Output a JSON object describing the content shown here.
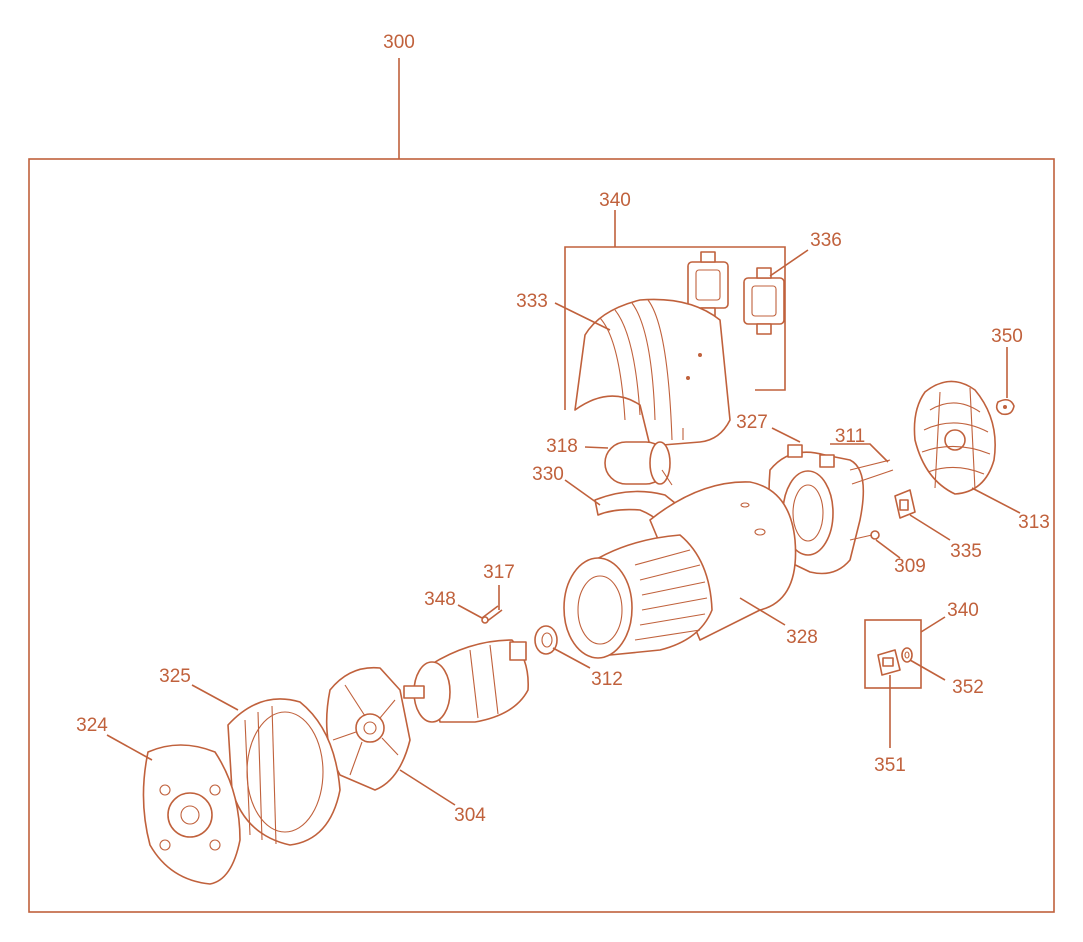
{
  "colors": {
    "line": "#c0613c",
    "background": "#ffffff"
  },
  "labels": {
    "l300": "300",
    "l340a": "340",
    "l336": "336",
    "l333": "333",
    "l350": "350",
    "l327": "327",
    "l311": "311",
    "l318": "318",
    "l330": "330",
    "l313": "313",
    "l335": "335",
    "l309": "309",
    "l317": "317",
    "l348": "348",
    "l328": "328",
    "l340b": "340",
    "l325": "325",
    "l312": "312",
    "l352": "352",
    "l324": "324",
    "l304": "304",
    "l351": "351"
  }
}
